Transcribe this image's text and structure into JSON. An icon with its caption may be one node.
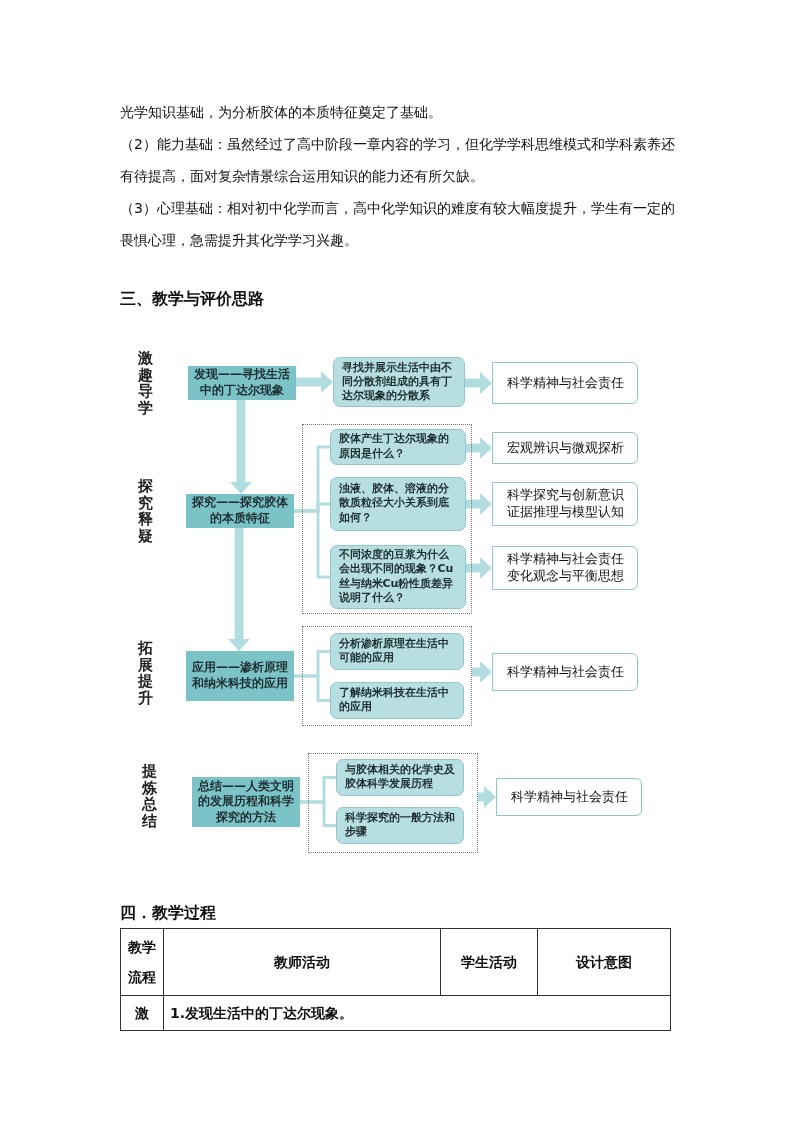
{
  "diagram": {
    "title": "三、教学与评价思路",
    "nodes": [
      {
        "text": [
          "发现——寻找生活中的丁达尔现象"
        ],
        "beside": [
          "激趣导学"
        ]
      },
      {
        "text": [
          "寻找并展示生活中由不同分散剂组成的具有丁达尔现象的分散系"
        ]
      },
      {
        "text": [
          "科学精神与社会责任"
        ]
      },
      {
        "text": [
          "探究——探究胶体的本质特征"
        ],
        "beside": [
          "探究释疑"
        ]
      },
      {
        "text": [],
        "shape": "box"
      },
      {
        "text": [
          "胶体产生丁达尔现象的原因是什么？"
        ],
        "in": 4
      },
      {
        "text": [
          "浊液、胶体、溶液的分散质粒径大小关系到底如何？"
        ],
        "in": 4
      },
      {
        "text": [
          "不同浓度的豆浆为什么会出现不同的现象？Cu丝与纳米Cu粉性质差异说明了什么？"
        ],
        "in": 4
      },
      {
        "text": [
          "宏观辨识与微观探析"
        ]
      },
      {
        "text": [
          "科学探究与创新意识",
          "证据推理与模型认知"
        ]
      },
      {
        "text": [
          "科学精神与社会责任",
          "变化观念与平衡思想"
        ]
      },
      {
        "text": [
          "应用——渗析原理和纳米科技的应用"
        ],
        "beside": [
          "拓展提升"
        ]
      },
      {
        "text": [],
        "shape": "box"
      },
      {
        "text": [
          "分析渗析原理在生活中可能的应用"
        ],
        "in": 12
      },
      {
        "text": [
          "了解纳米科技在生活中的应用"
        ],
        "in": 12
      },
      {
        "text": [
          "科学精神与社会责任"
        ]
      },
      {
        "text": [
          "总结——人类文明的发展历程和科学探究的方法"
        ],
        "beside": [
          "提炼总结"
        ]
      },
      {
        "text": [],
        "shape": "box"
      },
      {
        "text": [
          "与胶体相关的化学史及胶体科学发展历程"
        ],
        "in": 17
      },
      {
        "text": [
          "科学探究的一般方法和步骤"
        ],
        "in": 17
      },
      {
        "text": [
          "科学精神与社会责任"
        ]
      }
    ],
    "edges": [
      {
        "from": 0,
        "to": 1,
        "arrow": "to"
      },
      {
        "from": 1,
        "to": 2,
        "arrow": "to"
      },
      {
        "from": 0,
        "to": 3,
        "arrow": "to"
      },
      {
        "from": 3,
        "to": 5,
        "arrow": "none"
      },
      {
        "from": 3,
        "to": 6,
        "arrow": "none"
      },
      {
        "from": 3,
        "to": 7,
        "arrow": "none"
      },
      {
        "from": 5,
        "to": 8,
        "arrow": "to"
      },
      {
        "from": 6,
        "to": 9,
        "arrow": "to"
      },
      {
        "from": 7,
        "to": 10,
        "arrow": "to"
      },
      {
        "from": 3,
        "to": 11,
        "arrow": "to"
      },
      {
        "from": 11,
        "to": 13,
        "arrow": "none"
      },
      {
        "from": 11,
        "to": 14,
        "arrow": "none"
      },
      {
        "from": 12,
        "to": 15,
        "arrow": "to"
      },
      {
        "from": 16,
        "to": 18,
        "arrow": "none"
      },
      {
        "from": 16,
        "to": 19,
        "arrow": "none"
      },
      {
        "from": 17,
        "to": 20,
        "arrow": "to"
      }
    ],
    "labels": [
      "光学知识基础，为分析胶体的本质特征奠定了基础。",
      "（2）能力基础：虽然经过了高中阶段一章内容的学习，但化学学科思维模式和学科素养还有待提高，面对复杂情景综合运用知识的能力还有所欠缺。",
      "（3）心理基础：相对初中化学而言，高中化学知识的难度有较大幅度提升，学生有一定的畏惧心理，急需提升其化学学习兴趣。",
      "四．教学过程",
      "教学流程",
      "教师活动",
      "学生活动",
      "设计意图",
      "激",
      "1.发现生活中的丁达尔现象。"
    ]
  }
}
